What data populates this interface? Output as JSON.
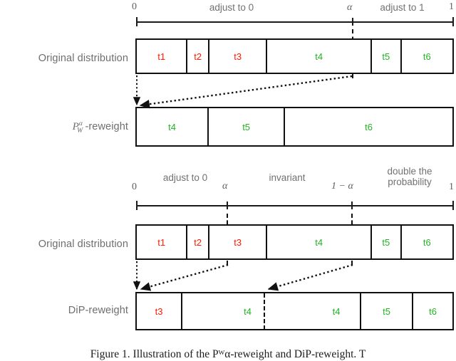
{
  "figure": {
    "caption": "Figure 1. Illustration of the Pᵂα-reweight and DiP-reweight. T"
  },
  "panels": [
    {
      "id": "pw-alpha",
      "axis": {
        "left_label": "0",
        "right_label": "1",
        "ticks": [
          {
            "label": "α",
            "type": "symbol"
          }
        ],
        "segments": [
          {
            "label": "adjust to 0"
          },
          {
            "label": "adjust to 1"
          }
        ]
      },
      "rows": [
        {
          "label": "Original distribution",
          "label_type": "text",
          "cells": [
            {
              "text": "t1",
              "color": "red"
            },
            {
              "text": "t2",
              "color": "red"
            },
            {
              "text": "t3",
              "color": "red"
            },
            {
              "text": "t4",
              "color": "green"
            },
            {
              "text": "t5",
              "color": "green"
            },
            {
              "text": "t6",
              "color": "green"
            }
          ]
        },
        {
          "label": "P-reweight",
          "label_type": "math",
          "label_parts": {
            "base": "P",
            "sup": "α",
            "sub": "W",
            "rest": "-reweight"
          },
          "cells": [
            {
              "text": "t4",
              "color": "green"
            },
            {
              "text": "t5",
              "color": "green"
            },
            {
              "text": "t6",
              "color": "green"
            }
          ]
        }
      ]
    },
    {
      "id": "dip",
      "axis": {
        "left_label": "0",
        "right_label": "1",
        "ticks": [
          {
            "label": "α",
            "type": "symbol"
          },
          {
            "label": "1 − α",
            "type": "symbol"
          }
        ],
        "segments": [
          {
            "label": "adjust to 0"
          },
          {
            "label": "invariant"
          },
          {
            "label": "double the\nprobability"
          }
        ]
      },
      "rows": [
        {
          "label": "Original distribution",
          "label_type": "text",
          "cells": [
            {
              "text": "t1",
              "color": "red"
            },
            {
              "text": "t2",
              "color": "red"
            },
            {
              "text": "t3",
              "color": "red"
            },
            {
              "text": "t4",
              "color": "green"
            },
            {
              "text": "t5",
              "color": "green"
            },
            {
              "text": "t6",
              "color": "green"
            }
          ]
        },
        {
          "label": "DiP-reweight",
          "label_type": "text",
          "cells": [
            {
              "text": "t3",
              "color": "red"
            },
            {
              "text": "t4",
              "color": "green"
            },
            {
              "text": "t4",
              "color": "green"
            },
            {
              "text": "t5",
              "color": "green"
            },
            {
              "text": "t6",
              "color": "green"
            }
          ]
        }
      ]
    }
  ],
  "colors": {
    "red": "#ff1a00",
    "green": "#22b422",
    "stroke": "#111111",
    "label_gray": "#6e6e6e"
  }
}
